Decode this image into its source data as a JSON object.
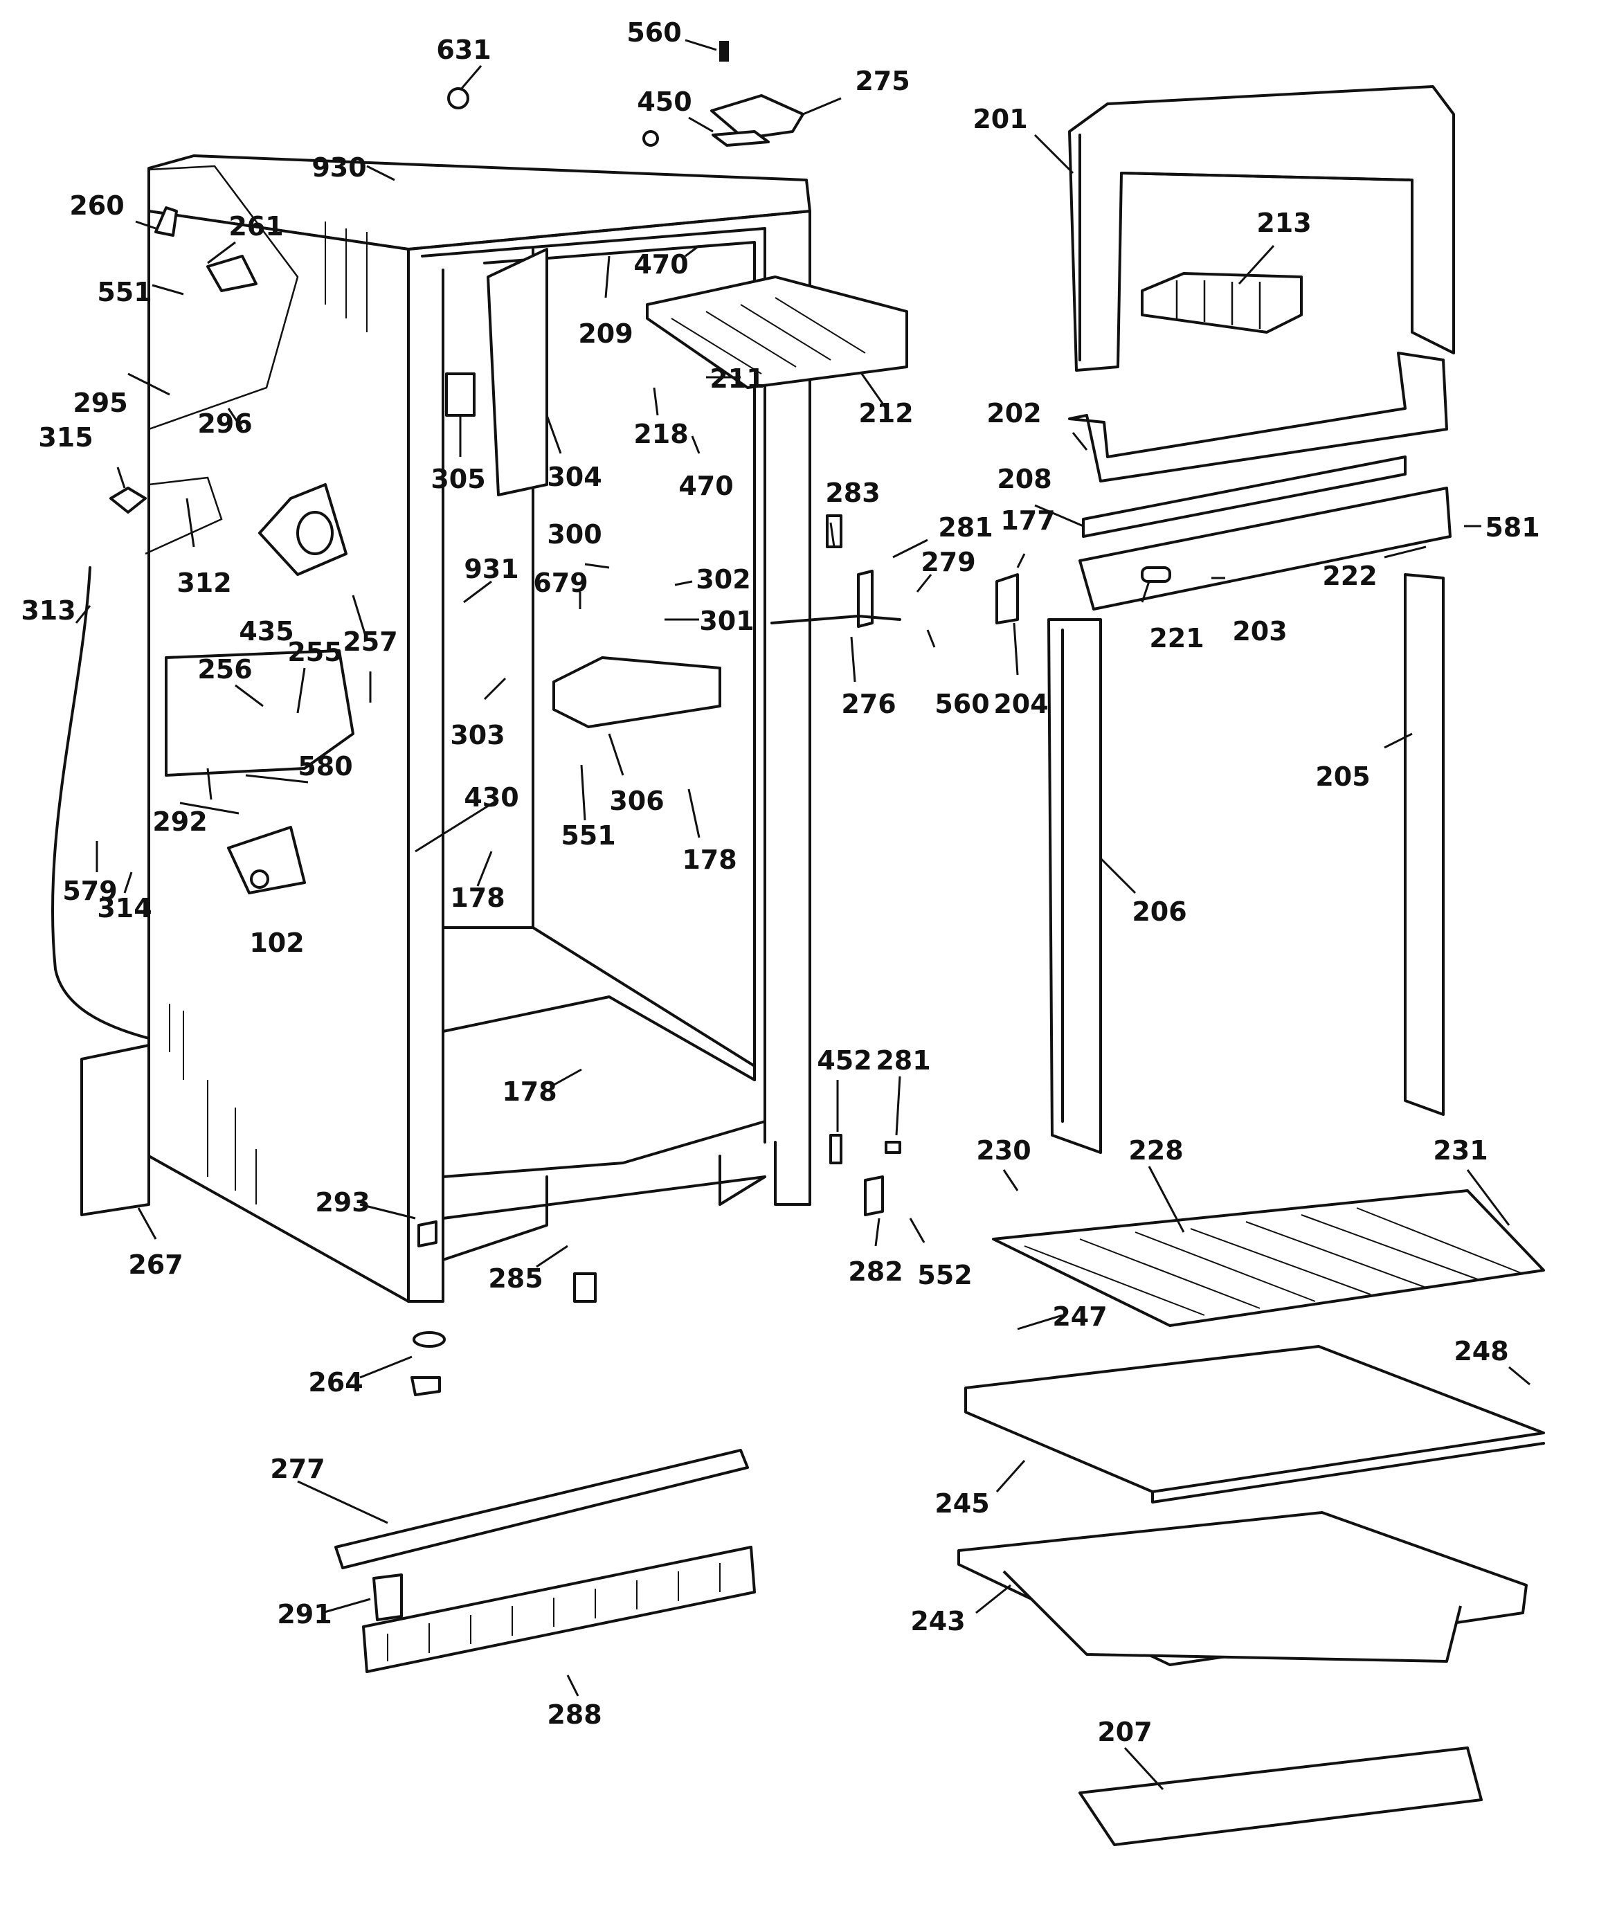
{
  "labels": [
    "631",
    "560",
    "275",
    "450",
    "201",
    "213",
    "930",
    "260",
    "261",
    "470",
    "551",
    "209",
    "212",
    "218",
    "211",
    "202",
    "295",
    "296",
    "305",
    "304",
    "470",
    "208",
    "315",
    "283",
    "281",
    "177",
    "581",
    "312",
    "300",
    "279",
    "222",
    "931",
    "302",
    "679",
    "301",
    "221",
    "203",
    "313",
    "435",
    "257",
    "256",
    "255",
    "560",
    "204",
    "276",
    "303",
    "580",
    "205",
    "306",
    "430",
    "292",
    "551",
    "178",
    "579",
    "178",
    "206",
    "314",
    "102",
    "452",
    "281",
    "230",
    "228",
    "231",
    "178",
    "293",
    "267",
    "282",
    "552",
    "285",
    "247",
    "248",
    "264",
    "277",
    "245",
    "291",
    "243",
    "288",
    "207"
  ]
}
